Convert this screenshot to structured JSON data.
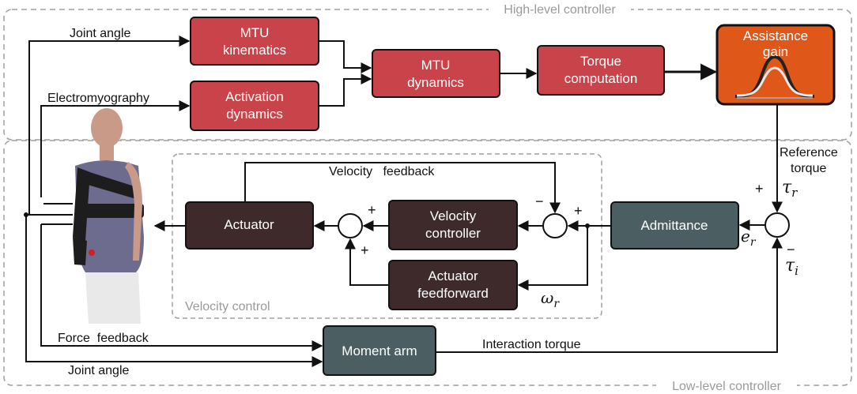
{
  "groups": {
    "high_level": "High-level controller",
    "low_level": "Low-level controller",
    "velocity_control": "Velocity control"
  },
  "blocks": {
    "mtu_kinematics": [
      "MTU",
      "kinematics"
    ],
    "activation_dynamics": [
      "Activation",
      "dynamics"
    ],
    "mtu_dynamics": [
      "MTU",
      "dynamics"
    ],
    "torque_computation": [
      "Torque",
      "computation"
    ],
    "assistance_gain": [
      "Assistance",
      "gain"
    ],
    "actuator": [
      "Actuator"
    ],
    "velocity_controller": [
      "Velocity",
      "controller"
    ],
    "actuator_feedforward": [
      "Actuator",
      "feedforward"
    ],
    "admittance": [
      "Admittance"
    ],
    "moment_arm": [
      "Moment arm"
    ]
  },
  "signals": {
    "joint_angle_top": "Joint angle",
    "electromyography": "Electromyography",
    "reference_torque": [
      "Reference",
      "torque"
    ],
    "velocity_feedback": "Velocity   feedback",
    "force_feedback": "Force  feedback",
    "joint_angle_bottom": "Joint angle",
    "interaction_torque": "Interaction torque"
  },
  "symbols": {
    "tau_r": "τ",
    "tau_r_sub": "r",
    "tau_i": "τ",
    "tau_i_sub": "i",
    "e_r": "e",
    "e_r_sub": "r",
    "omega_r": "ω",
    "omega_r_sub": "r"
  },
  "signs": {
    "plus": "+",
    "minus": "−"
  },
  "colors": {
    "red_block": "#c9434a",
    "brown_block": "#3e2a2a",
    "slate_block": "#4b5f63",
    "orange_block": "#e0571a",
    "group_border": "#a0a0a0"
  }
}
